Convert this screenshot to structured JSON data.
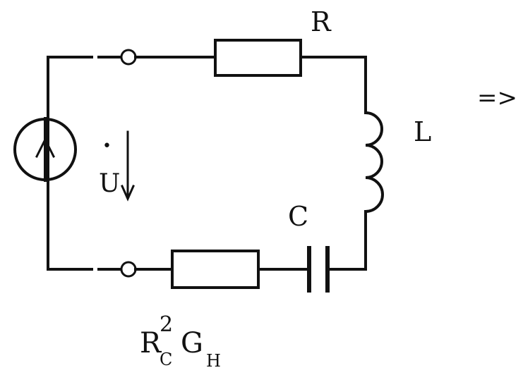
{
  "labels": {
    "resistor_top": "R",
    "inductor": "L",
    "capacitor": "C",
    "voltage": "U",
    "voltage_dot": "•",
    "arrow_symbol": "=>",
    "load_main_r": "R",
    "load_sup_2": "2",
    "load_sub_c": "C",
    "load_main_g": "G",
    "load_sub_h": "H"
  }
}
